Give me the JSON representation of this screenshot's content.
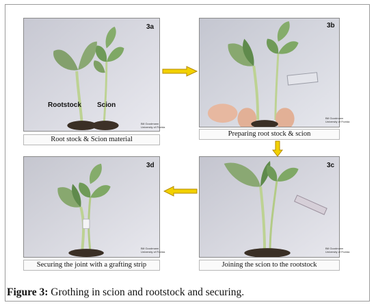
{
  "panels": [
    {
      "id": "3a",
      "label": "3a",
      "caption": "Root stock & Scion material",
      "labels": [
        "Rootstock",
        "Scion"
      ]
    },
    {
      "id": "3b",
      "label": "3b",
      "caption": "Preparing root stock & scion"
    },
    {
      "id": "3c",
      "label": "3c",
      "caption": "Joining the scion to the rootstock"
    },
    {
      "id": "3d",
      "label": "3d",
      "caption": "Securing the joint with a grafting strip"
    }
  ],
  "watermark": [
    "Bill Goodmann",
    "University of Florida"
  ],
  "figure_caption": {
    "label": "Figure 3:",
    "text": "Grothing in scion and rootstock and securing."
  },
  "colors": {
    "arrow_fill": "#f2d100",
    "arrow_stroke": "#b48a00",
    "leaf": "#7f9f68",
    "stem": "#b9cf8c",
    "soil": "#3a2f25"
  }
}
